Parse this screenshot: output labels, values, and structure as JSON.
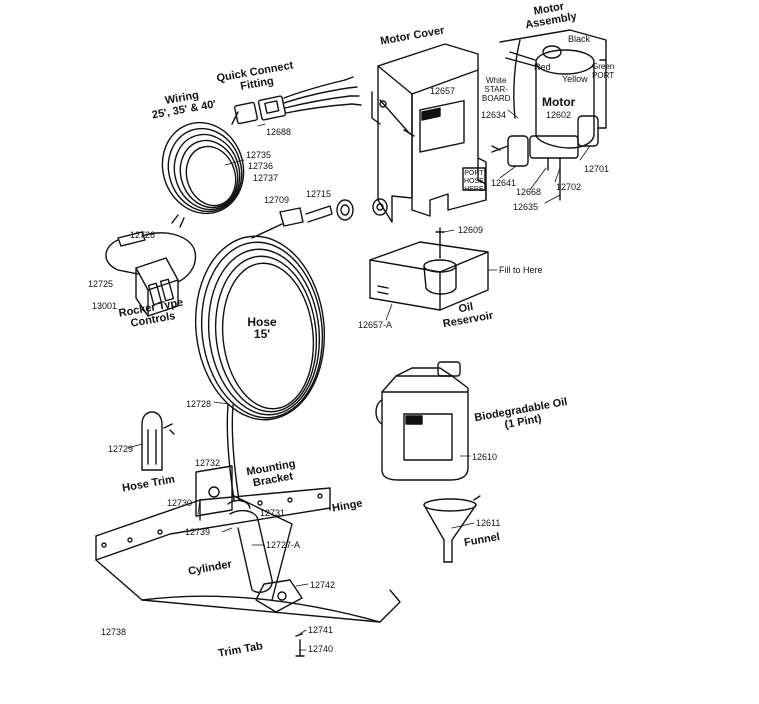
{
  "titles": {
    "motor_assembly": "Motor\nAssembly",
    "motor_cover": "Motor Cover",
    "quick_connect": "Quick Connect\nFitting",
    "wiring": "Wiring\n25', 35' & 40'",
    "motor": "Motor",
    "rocker": "Rocker Type\nControls",
    "hose": "Hose\n15'",
    "oil_reservoir": "Oil\nReservoir",
    "biodegradable": "Biodegradable Oil\n(1 Pint)",
    "hose_trim": "Hose Trim",
    "mounting_bracket": "Mounting\nBracket",
    "hinge": "Hinge",
    "cylinder": "Cylinder",
    "funnel": "Funnel",
    "trim_tab": "Trim Tab"
  },
  "labels": {
    "black": "Black",
    "green_port": "Green\nPORT",
    "red": "Red",
    "yellow": "Yellow",
    "white_starboard": "White\nSTAR-\nBOARD",
    "fill_here": "Fill to Here",
    "port_hose_here": "PORT\nHOSE\nHERE",
    "p12657": "12657",
    "p12688": "12688",
    "p12735": "12735",
    "p12736": "12736",
    "p12737": "12737",
    "p12634": "12634",
    "p12602": "12602",
    "p12701": "12701",
    "p12641": "12641",
    "p12668": "12668",
    "p12702": "12702",
    "p12635": "12635",
    "p12709": "12709",
    "p12715": "12715",
    "p12609": "12609",
    "p12726": "12726",
    "p12725": "12725",
    "p13001": "13001",
    "p12657a": "12657-A",
    "p12728": "12728",
    "p12610": "12610",
    "p12729": "12729",
    "p12732": "12732",
    "p12730": "12730",
    "p12739": "12739",
    "p12731": "12731",
    "p12727a": "12727-A",
    "p12611": "12611",
    "p12742": "12742",
    "p12738": "12738",
    "p12741": "12741",
    "p12740": "12740"
  }
}
